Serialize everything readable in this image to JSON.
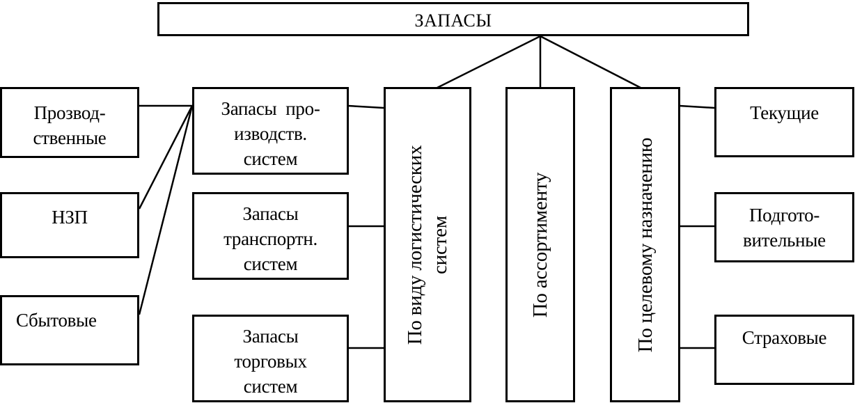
{
  "title": "ЗАПАСЫ",
  "left_column": [
    {
      "label": "Прозвод-\nственные"
    },
    {
      "label": "НЗП"
    },
    {
      "label": "Сбытовые"
    }
  ],
  "second_column": [
    {
      "label": "Запасы  про-\nизводств.\nсистем"
    },
    {
      "label": "Запасы\nтранспортн.\nсистем"
    },
    {
      "label": "Запасы\nторговых\nсистем"
    }
  ],
  "categories": [
    {
      "label": "По виду логистических\nсистем"
    },
    {
      "label": "По ассортименту"
    },
    {
      "label": "По целевому назначению"
    }
  ],
  "right_column": [
    {
      "label": "Текущие"
    },
    {
      "label": "Подгото-\nвительные"
    },
    {
      "label": "Страховые"
    }
  ]
}
